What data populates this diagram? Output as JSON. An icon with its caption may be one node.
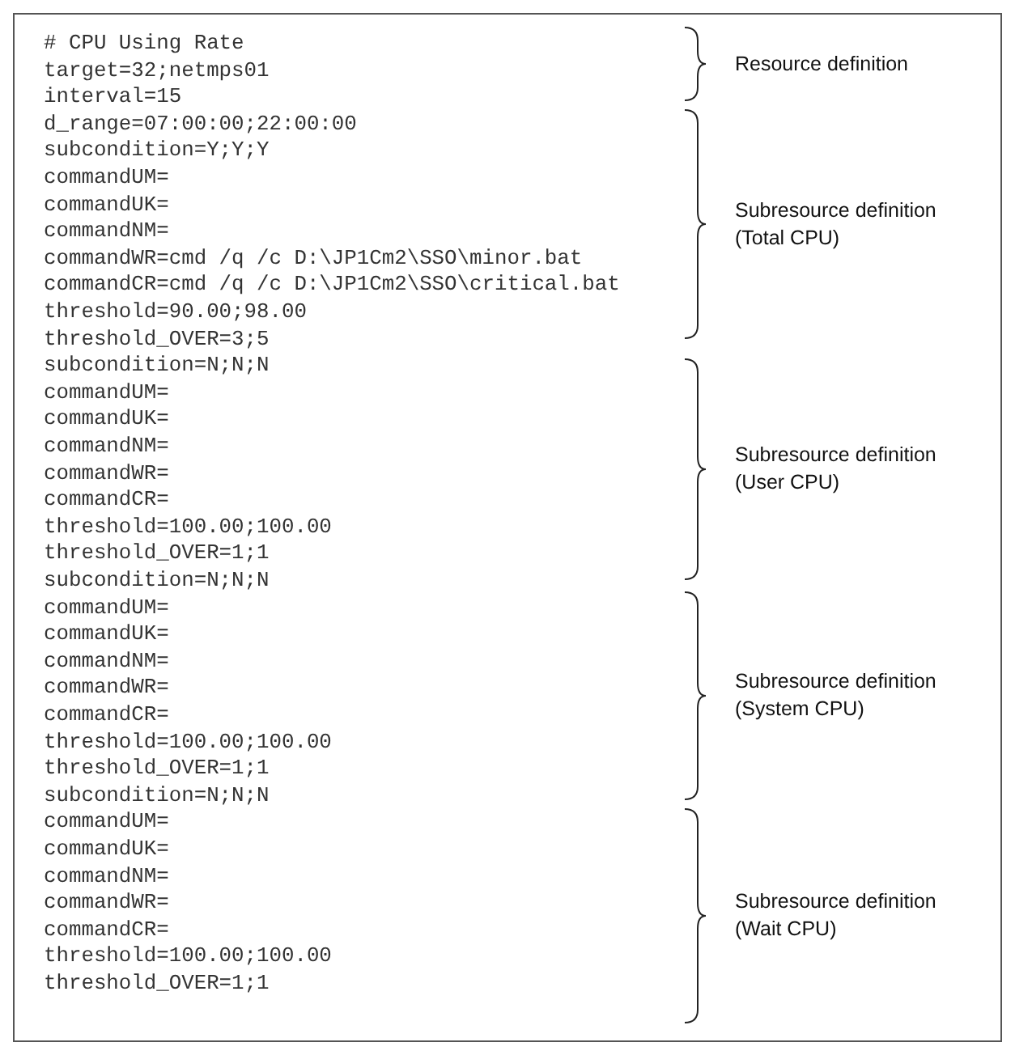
{
  "diagram": {
    "labels": [
      "# CPU Using Rate",
      "target=32;netmps01",
      "interval=15",
      "Resource definition",
      "d_range=07:00:00;22:00:00",
      "subcondition=Y;Y;Y",
      "commandUM=",
      "commandUK=",
      "commandNM=",
      "commandWR=cmd /q /c D:\\JP1Cm2\\SSO\\minor.bat",
      "commandCR=cmd /q /c D:\\JP1Cm2\\SSO\\critical.bat",
      "threshold=90.00;98.00",
      "threshold_OVER=3;5",
      "Subresource definition (Total CPU)",
      "subcondition=N;N;N",
      "commandUM=",
      "commandUK=",
      "commandNM=",
      "commandWR=",
      "commandCR=",
      "threshold=100.00;100.00",
      "threshold_OVER=1;1",
      "Subresource definition (User CPU)",
      "subcondition=N;N;N",
      "commandUM=",
      "commandUK=",
      "commandNM=",
      "commandWR=",
      "commandCR=",
      "threshold=100.00;100.00",
      "threshold_OVER=1;1",
      "Subresource definition (System CPU)",
      "subcondition=N;N;N",
      "commandUM=",
      "commandUK=",
      "commandNM=",
      "commandWR=",
      "commandCR=",
      "threshold=100.00;100.00",
      "threshold_OVER=1;1",
      "Subresource definition (Wait CPU)"
    ]
  }
}
